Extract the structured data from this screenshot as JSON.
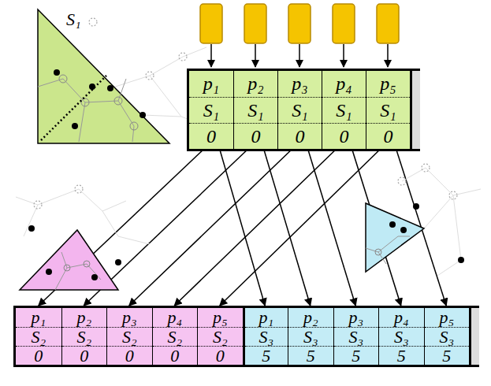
{
  "diagram": {
    "nodes": [
      {
        "text": [
          "p₁",
          "S₁",
          "0"
        ]
      },
      {
        "text": [
          "p₂",
          "S₁",
          "0"
        ]
      },
      {
        "text": [
          "p₃",
          "S₁",
          "0"
        ]
      },
      {
        "text": [
          "p₄",
          "S₁",
          "0"
        ]
      },
      {
        "text": [
          "p₅",
          "S₁",
          "0"
        ]
      },
      {
        "text": [
          "p₁",
          "S₂",
          "0"
        ]
      },
      {
        "text": [
          "p₂",
          "S₂",
          "0"
        ]
      },
      {
        "text": [
          "p₃",
          "S₂",
          "0"
        ]
      },
      {
        "text": [
          "p₄",
          "S₂",
          "0"
        ]
      },
      {
        "text": [
          "p₅",
          "S₂",
          "0"
        ]
      },
      {
        "text": [
          "p₁",
          "S₃",
          "5"
        ]
      },
      {
        "text": [
          "p₂",
          "S₃",
          "5"
        ]
      },
      {
        "text": [
          "p₃",
          "S₃",
          "5"
        ]
      },
      {
        "text": [
          "p₄",
          "S₃",
          "5"
        ]
      },
      {
        "text": [
          "p₅",
          "S₃",
          "5"
        ]
      }
    ],
    "edges": [
      {
        "from": 0,
        "to": 5,
        "arrow": "to"
      },
      {
        "from": 1,
        "to": 6,
        "arrow": "to"
      },
      {
        "from": 2,
        "to": 7,
        "arrow": "to"
      },
      {
        "from": 3,
        "to": 8,
        "arrow": "to"
      },
      {
        "from": 4,
        "to": 9,
        "arrow": "to"
      },
      {
        "from": 0,
        "to": 10,
        "arrow": "to"
      },
      {
        "from": 1,
        "to": 11,
        "arrow": "to"
      },
      {
        "from": 2,
        "to": 12,
        "arrow": "to"
      },
      {
        "from": 3,
        "to": 13,
        "arrow": "to"
      },
      {
        "from": 4,
        "to": 14,
        "arrow": "to"
      }
    ],
    "labels": [
      "S₁"
    ]
  }
}
